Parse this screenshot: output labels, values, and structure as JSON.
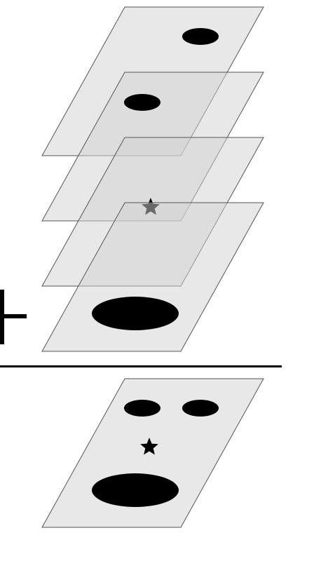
{
  "colors": {
    "background": "#ffffff",
    "layer_fill": "#d2d2d2",
    "layer_stroke": "#555555",
    "feature_fill": "#000000",
    "line_stroke": "#000000"
  },
  "diagram": {
    "description_type": "layer-stack-composition",
    "layers": [
      {
        "id": "layer-1",
        "feature": "right-eye-ellipse"
      },
      {
        "id": "layer-2",
        "feature": "left-eye-ellipse"
      },
      {
        "id": "layer-3",
        "feature": "star"
      },
      {
        "id": "layer-4",
        "feature": "mouth-ellipse"
      }
    ],
    "operator": "plus-sign",
    "result": {
      "features": [
        "left-eye-ellipse",
        "right-eye-ellipse",
        "star",
        "mouth-ellipse"
      ]
    }
  }
}
